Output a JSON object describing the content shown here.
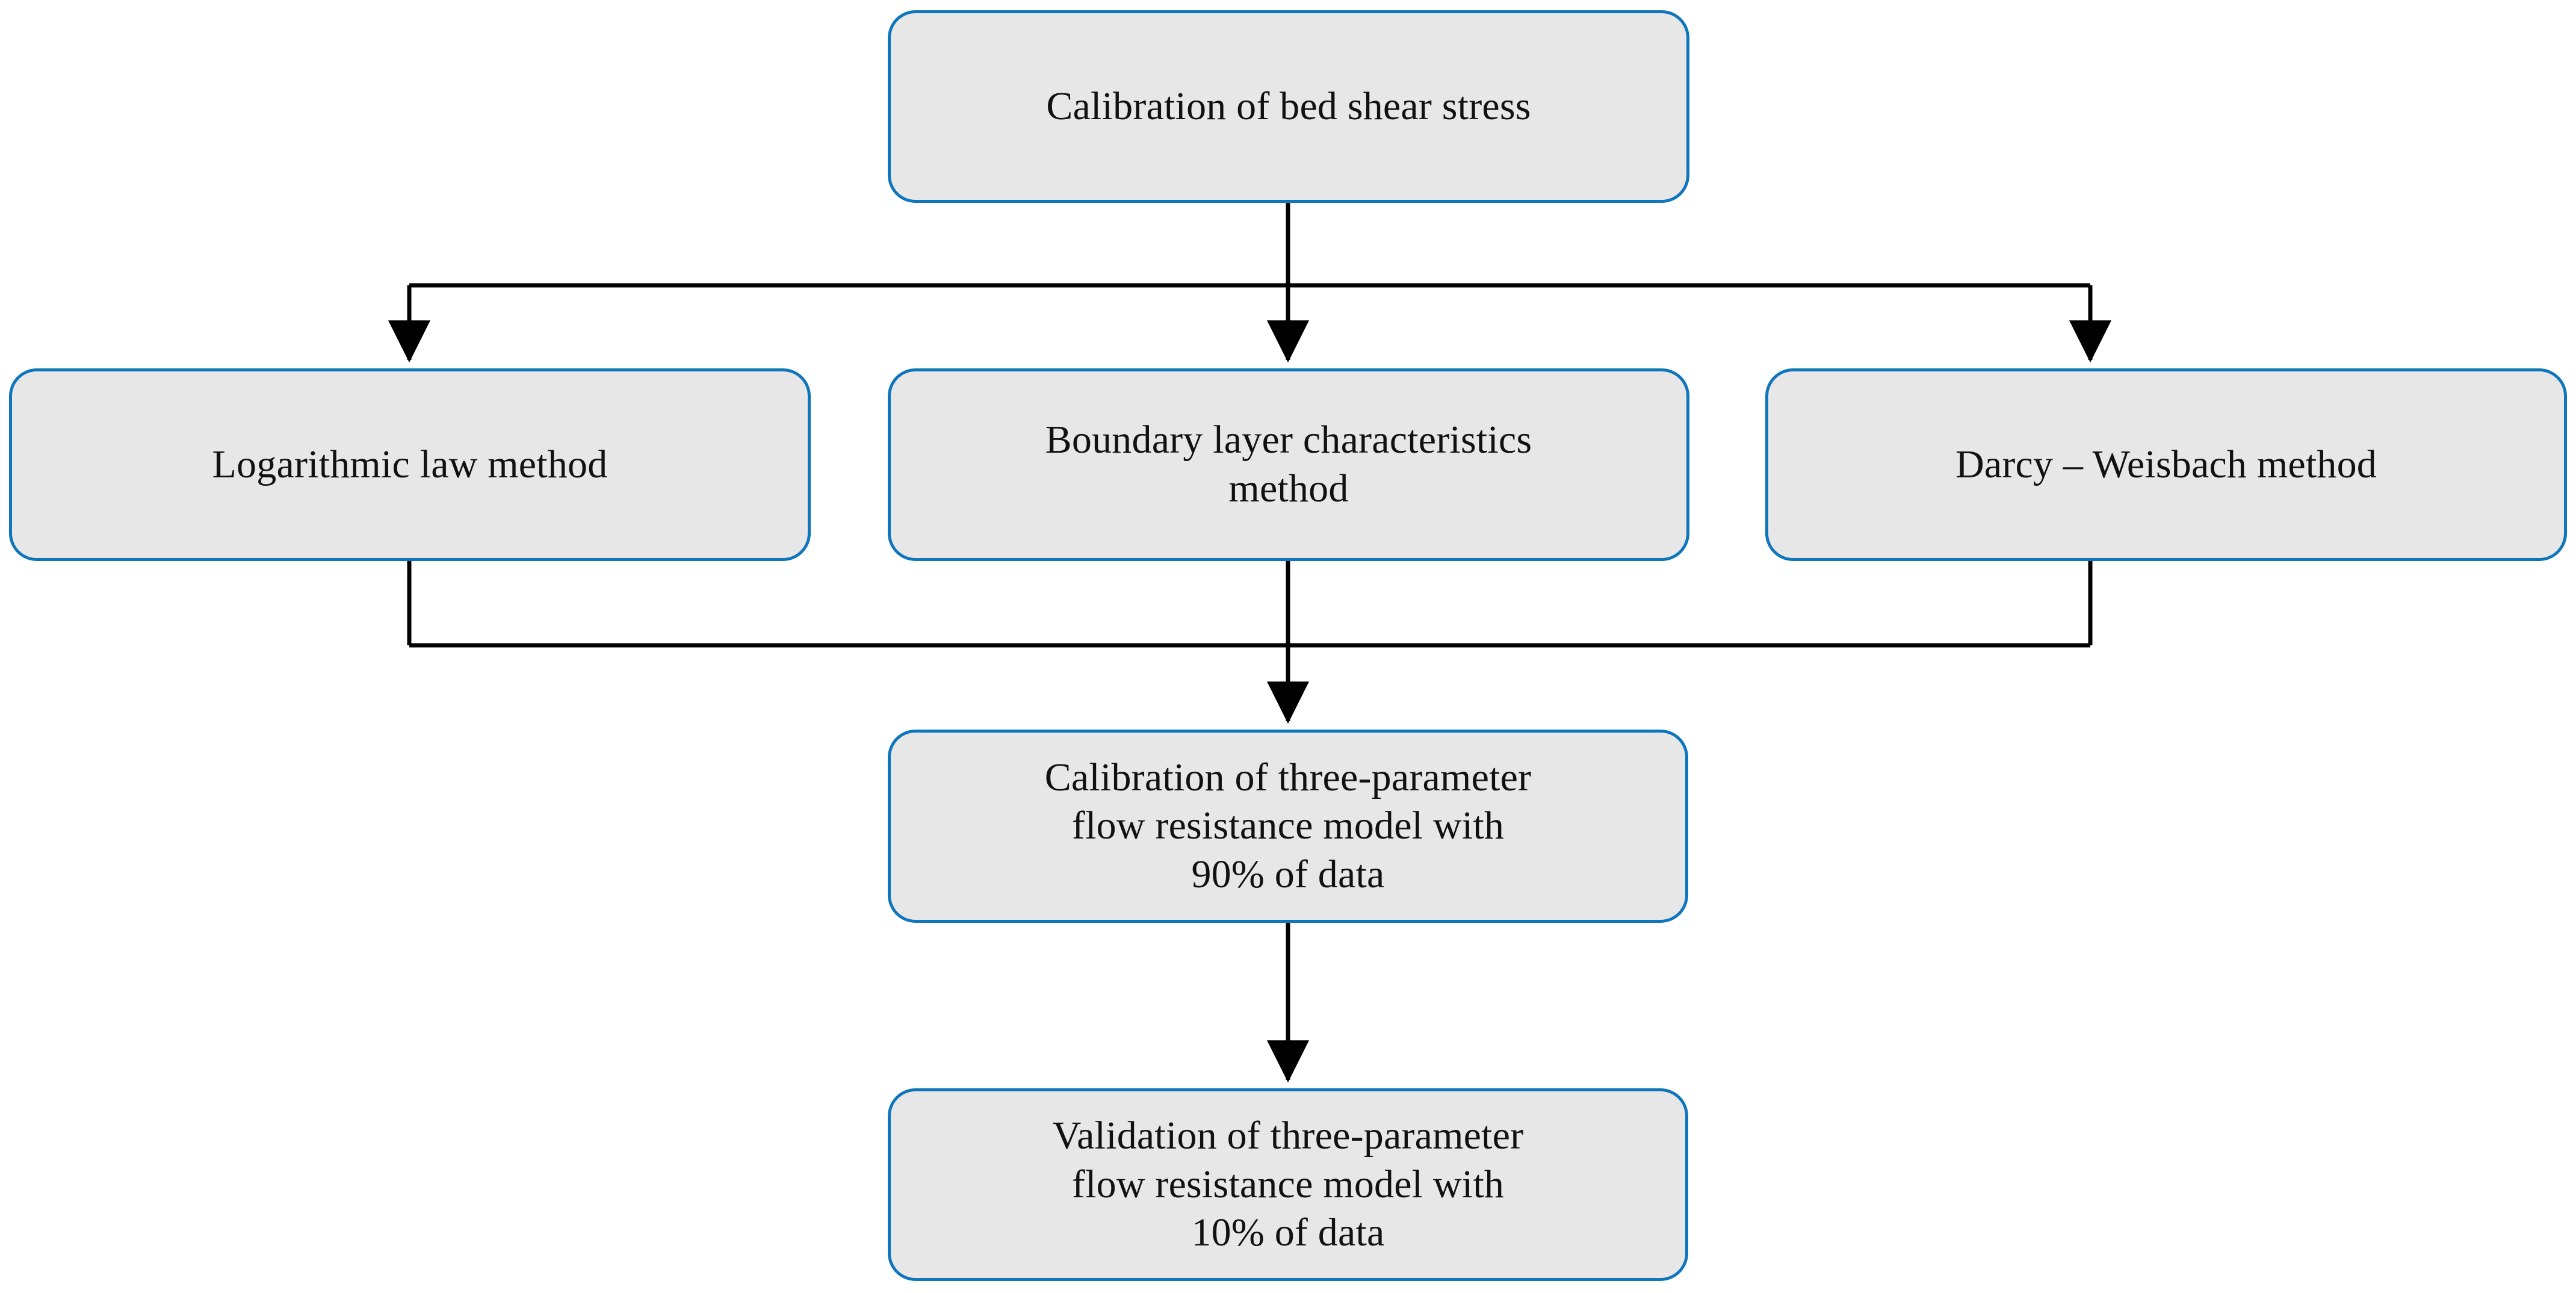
{
  "diagram": {
    "title": "Calibration and validation workflow for bed shear stress and three-parameter flow resistance model",
    "background_color": "#FFFFFF",
    "node_fill_color": "#E7E7E7",
    "node_border_color": "#0F76BC",
    "connector_color": "#000000",
    "text_color": "#111111",
    "nodes": [
      {
        "id": "root",
        "label": "Calibration of bed shear stress",
        "row": 1
      },
      {
        "id": "log",
        "label": "Logarithmic law method",
        "row": 2
      },
      {
        "id": "bl",
        "label": "Boundary layer characteristics\nmethod",
        "row": 2
      },
      {
        "id": "dw",
        "label": "Darcy – Weisbach method",
        "row": 2
      },
      {
        "id": "calibration",
        "label": "Calibration of three-parameter\nflow resistance model with\n90% of data",
        "row": 3
      },
      {
        "id": "validation",
        "label": "Validation of three-parameter\nflow resistance model with\n10% of data",
        "row": 4
      }
    ],
    "edges": [
      {
        "id": "root-to-log",
        "from": "root",
        "to": "log",
        "style": "elbow",
        "arrow": "end"
      },
      {
        "id": "root-to-bl",
        "from": "root",
        "to": "bl",
        "style": "straight",
        "arrow": "end"
      },
      {
        "id": "root-to-dw",
        "from": "root",
        "to": "dw",
        "style": "elbow",
        "arrow": "end"
      },
      {
        "id": "log-to-calibration",
        "from": "log",
        "to": "calibration",
        "style": "elbow",
        "arrow": "none"
      },
      {
        "id": "bl-to-calibration",
        "from": "bl",
        "to": "calibration",
        "style": "straight",
        "arrow": "end"
      },
      {
        "id": "dw-to-calibration",
        "from": "dw",
        "to": "calibration",
        "style": "elbow",
        "arrow": "none"
      },
      {
        "id": "calibration-to-validation",
        "from": "calibration",
        "to": "validation",
        "style": "straight",
        "arrow": "end"
      }
    ]
  }
}
